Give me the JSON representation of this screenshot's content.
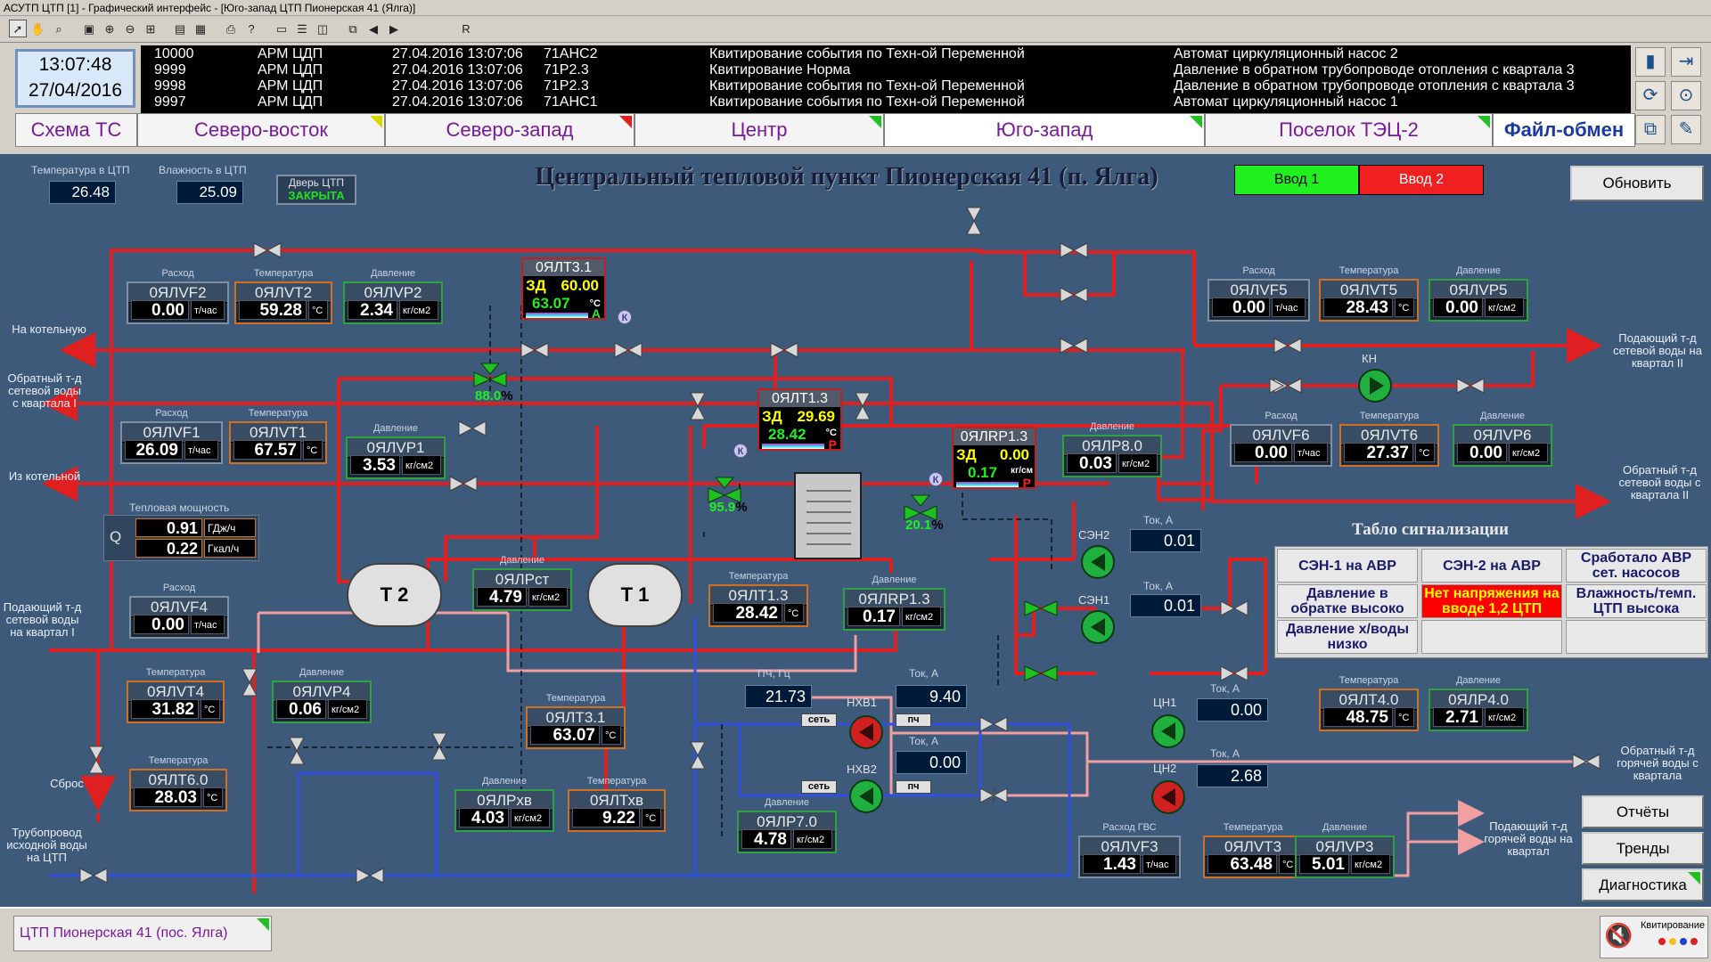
{
  "window_title": "АСУТП ЦТП [1] - Графический интерфейс - [Юго-запад ЦТП Пионерская 41 (Ялга)]",
  "toolbar_extra": "R",
  "clock": {
    "time": "13:07:48",
    "date": "27/04/2016"
  },
  "events": [
    {
      "id": "10000",
      "source": "АРМ ЦДП",
      "datetime": "27.04.2016 13:07:06",
      "tag": "71АНС2",
      "action": "Квитирование события по Техн-ой Переменной",
      "message": "Автомат циркуляционный насос 2"
    },
    {
      "id": "9999",
      "source": "АРМ ЦДП",
      "datetime": "27.04.2016 13:07:06",
      "tag": "71Р2.3",
      "action": "Квитирование Норма",
      "message": "Давление в обратном трубопроводе отопления с квартала 3"
    },
    {
      "id": "9998",
      "source": "АРМ ЦДП",
      "datetime": "27.04.2016 13:07:06",
      "tag": "71Р2.3",
      "action": "Квитирование события по Техн-ой Переменной",
      "message": "Давление в обратном трубопроводе отопления с квартала 3"
    },
    {
      "id": "9997",
      "source": "АРМ ЦДП",
      "datetime": "27.04.2016 13:07:06",
      "tag": "71АНС1",
      "action": "Квитирование события по Техн-ой Переменной",
      "message": "Автомат циркуляционный насос 1"
    }
  ],
  "tabs": [
    {
      "label": "Схема ТС",
      "corner": ""
    },
    {
      "label": "Северо-восток",
      "corner": "y"
    },
    {
      "label": "Северо-запад",
      "corner": "r"
    },
    {
      "label": "Центр",
      "corner": "g"
    },
    {
      "label": "Юго-запад",
      "corner": "g"
    },
    {
      "label": "Поселок ТЭЦ-2",
      "corner": "g"
    }
  ],
  "file_exchange": "Файл-обмен",
  "header": {
    "title": "Центральный тепловой пункт Пионерская 41 (п. Ялга)",
    "temp_label": "Температура в ЦТП",
    "temp_value": "26.48",
    "hum_label": "Влажность в ЦТП",
    "hum_value": "25.09",
    "door_label": "Дверь ЦТП",
    "door_state": "ЗАКРЫТА",
    "input1": "Ввод 1",
    "input2": "Ввод 2",
    "refresh": "Обновить"
  },
  "pipe_labels": {
    "to_boiler": "На котельную",
    "return_q1": "Обратный т-д сетевой воды с квартала I",
    "from_boiler": "Из котельной",
    "supply_q1": "Подающий т-д сетевой воды на квартал I",
    "drain": "Сброс",
    "cold_source": "Трубопровод исходной воды на ЦТП",
    "supply_q2": "Подающий т-д сетевой воды на квартал II",
    "return_q2": "Обратный т-д сетевой воды с квартала II",
    "return_hw": "Обратный т-д горячей воды с квартала",
    "supply_hw": "Подающий т-д горячей воды на квартал"
  },
  "units": {
    "flow": "т/час",
    "temp": "°С",
    "press": "кг/см2",
    "gj": "ГДж/ч",
    "gcal": "Гкал/ч"
  },
  "captions": {
    "flow": "Расход",
    "temp": "Температура",
    "press": "Давление",
    "power": "Тепловая мощность",
    "current": "Ток, А",
    "freq": "ПЧ, Гц",
    "flow_gvs": "Расход ГВС"
  },
  "tags": {
    "VF2": {
      "name": "0ЯЛVF2",
      "value": "0.00"
    },
    "VT2": {
      "name": "0ЯЛVT2",
      "value": "59.28"
    },
    "VP2": {
      "name": "0ЯЛVP2",
      "value": "2.34"
    },
    "VF1": {
      "name": "0ЯЛVF1",
      "value": "26.09"
    },
    "VT1": {
      "name": "0ЯЛVT1",
      "value": "67.57"
    },
    "VP1": {
      "name": "0ЯЛVP1",
      "value": "3.53"
    },
    "Q_gj": "0.91",
    "Q_gcal": "0.22",
    "Q_label": "Q",
    "VF4": {
      "name": "0ЯЛVF4",
      "value": "0.00"
    },
    "VT4": {
      "name": "0ЯЛVT4",
      "value": "31.82"
    },
    "VP4": {
      "name": "0ЯЛVP4",
      "value": "0.06"
    },
    "T6": {
      "name": "0ЯЛТ6.0",
      "value": "28.03"
    },
    "Pst": {
      "name": "0ЯЛРст",
      "value": "4.79"
    },
    "T13": {
      "name": "0ЯЛТ1.3",
      "value": "28.42"
    },
    "RP13b": {
      "name": "0ЯЛRP1.3",
      "value": "0.17"
    },
    "P80": {
      "name": "0ЯЛР8.0",
      "value": "0.03"
    },
    "T31b": {
      "name": "0ЯЛТ3.1",
      "value": "63.07"
    },
    "Pxv": {
      "name": "0ЯЛРхв",
      "value": "4.03"
    },
    "Txv": {
      "name": "0ЯЛТхв",
      "value": "9.22"
    },
    "P70": {
      "name": "0ЯЛР7.0",
      "value": "4.78"
    },
    "VF5": {
      "name": "0ЯЛVF5",
      "value": "0.00"
    },
    "VT5": {
      "name": "0ЯЛVT5",
      "value": "28.43"
    },
    "VP5": {
      "name": "0ЯЛVP5",
      "value": "0.00"
    },
    "VF6": {
      "name": "0ЯЛVF6",
      "value": "0.00"
    },
    "VT6": {
      "name": "0ЯЛVT6",
      "value": "27.37"
    },
    "VP6": {
      "name": "0ЯЛVP6",
      "value": "0.00"
    },
    "T40": {
      "name": "0ЯЛТ4.0",
      "value": "48.75"
    },
    "P40": {
      "name": "0ЯЛР4.0",
      "value": "2.71"
    },
    "VF3": {
      "name": "0ЯЛVF3",
      "value": "1.43"
    },
    "VT3": {
      "name": "0ЯЛVT3",
      "value": "63.48"
    },
    "VP3": {
      "name": "0ЯЛVP3",
      "value": "5.01"
    }
  },
  "controllers": {
    "T31": {
      "name": "0ЯЛТ3.1",
      "sp_label": "ЗД",
      "sp": "60.00",
      "pv": "63.07",
      "unit": "°С",
      "mode": "А"
    },
    "T13": {
      "name": "0ЯЛТ1.3",
      "sp_label": "ЗД",
      "sp": "29.69",
      "pv": "28.42",
      "unit": "°С",
      "mode": "Р"
    },
    "RP13": {
      "name": "0ЯЛRP1.3",
      "sp_label": "ЗД",
      "sp": "0.00",
      "pv": "0.17",
      "unit": "кг/см",
      "mode": "Р"
    }
  },
  "valve_pct": {
    "v1": "88.0",
    "v2": "95.9",
    "v3": "20.1",
    "unit": "%"
  },
  "k_mark": "К",
  "tanks": {
    "t2": "Т 2",
    "t1": "Т 1"
  },
  "pumps": {
    "kn": "КН",
    "sen2": "СЭН2",
    "sen1": "СЭН1",
    "nhv1": "НХВ1",
    "nhv2": "НХВ2",
    "cn1": "ЦН1",
    "cn2": "ЦН2",
    "sen2_current": "0.01",
    "sen1_current": "0.01",
    "freq": "21.73",
    "nhv1_current": "9.40",
    "nhv2_current": "0.00",
    "cn1_current": "0.00",
    "cn2_current": "2.68",
    "net_label": "сеть",
    "pch_label": "пч"
  },
  "signals": {
    "title": "Табло сигнализации",
    "cells": [
      {
        "text": "СЭН-1 на АВР",
        "alarm": false
      },
      {
        "text": "СЭН-2 на АВР",
        "alarm": false
      },
      {
        "text": "Сработало АВР сет. насосов",
        "alarm": false
      },
      {
        "text": "Давление в обратке высоко",
        "alarm": false
      },
      {
        "text": "Нет напряжения на вводе 1,2 ЦТП",
        "alarm": true
      },
      {
        "text": "Влажность/темп. ЦТП высока",
        "alarm": false
      },
      {
        "text": "Давление х/воды низко",
        "alarm": false
      },
      {
        "text": "",
        "alarm": false
      },
      {
        "text": "",
        "alarm": false
      }
    ]
  },
  "side_buttons": {
    "reports": "Отчёты",
    "trends": "Тренды",
    "diag": "Диагностика"
  },
  "status": {
    "station": "ЦТП Пионерская 41 (пос. Ялга)",
    "ack": "Квитирование"
  },
  "colors": {
    "bg": "#3e5a7a",
    "hot": "#e02020",
    "cold": "#2040d0",
    "hw_return": "#f0a0a0"
  }
}
